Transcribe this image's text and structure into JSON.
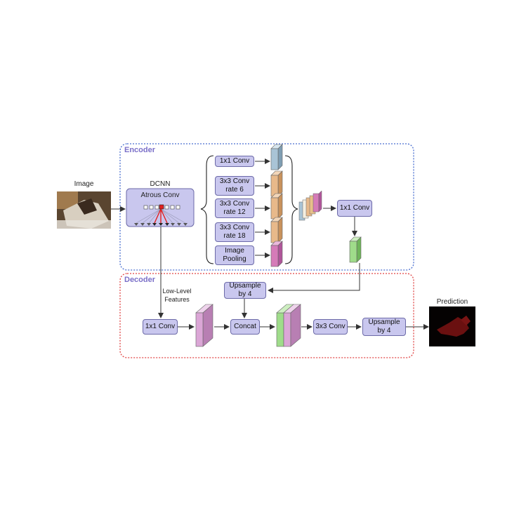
{
  "encoder": {
    "title": "Encoder"
  },
  "decoder": {
    "title": "Decoder"
  },
  "image_label": "Image",
  "dcnn": {
    "label": "DCNN",
    "atrous_conv": "Atrous Conv"
  },
  "aspp": {
    "conv1x1": "1x1 Conv",
    "conv3x3_rate6_line1": "3x3 Conv",
    "conv3x3_rate6_line2": "rate 6",
    "conv3x3_rate12_line1": "3x3 Conv",
    "conv3x3_rate12_line2": "rate 12",
    "conv3x3_rate18_line1": "3x3 Conv",
    "conv3x3_rate18_line2": "rate 18",
    "pooling_line1": "Image",
    "pooling_line2": "Pooling"
  },
  "encoder_conv1x1": "1x1 Conv",
  "low_level_line1": "Low-Level",
  "low_level_line2": "Features",
  "decoder_conv1x1": "1x1 Conv",
  "upsample1_line1": "Upsample",
  "upsample1_line2": "by 4",
  "concat": "Concat",
  "decoder_conv3x3": "3x3 Conv",
  "upsample2_line1": "Upsample",
  "upsample2_line2": "by 4",
  "prediction_label": "Prediction",
  "colors": {
    "encoder_border": "#4a6fd0",
    "decoder_border": "#e04545",
    "box_fill": "#c9c7ee",
    "blue_feature": "#a9c4d6",
    "orange_feature": "#e8b98a",
    "magenta_feature": "#d57bb8",
    "green_feature": "#9fdc8a",
    "pink_feature": "#dba6d6",
    "arrow": "#333333",
    "atrous_red": "#e02020"
  }
}
